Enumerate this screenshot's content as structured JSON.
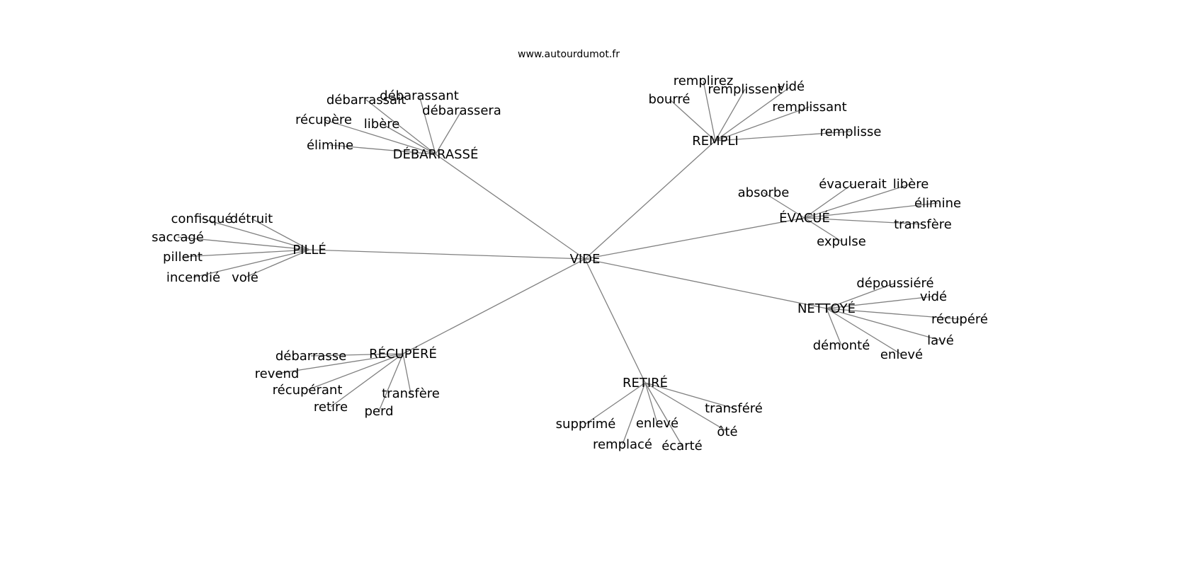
{
  "title": "www.autourdumot.fr",
  "colors": {
    "edge": "#808080",
    "text": "#000000",
    "background": "#ffffff"
  },
  "center": "VIDE",
  "groups": [
    {
      "hub": "DÉBARRASSÉ",
      "leaves": [
        "débarrassait",
        "débarassant",
        "débarassera",
        "récupère",
        "libère",
        "élimine"
      ]
    },
    {
      "hub": "REMPLI",
      "leaves": [
        "bourré",
        "remplirez",
        "remplissent",
        "vidé",
        "remplissant",
        "remplisse"
      ]
    },
    {
      "hub": "ÉVACUÉ",
      "leaves": [
        "absorbe",
        "évacuerait",
        "libère",
        "élimine",
        "transfère",
        "expulse"
      ]
    },
    {
      "hub": "PILLÉ",
      "leaves": [
        "confisqué",
        "détruit",
        "saccagé",
        "pillent",
        "incendié",
        "volé"
      ]
    },
    {
      "hub": "NETTOYÉ",
      "leaves": [
        "dépoussiéré",
        "vidé",
        "récupéré",
        "lavé",
        "enlevé",
        "démonté"
      ]
    },
    {
      "hub": "RÉCUPÉRÉ",
      "leaves": [
        "débarrasse",
        "revend",
        "récupérant",
        "retire",
        "perd",
        "transfère"
      ]
    },
    {
      "hub": "RETIRÉ",
      "leaves": [
        "supprimé",
        "remplacé",
        "enlevé",
        "écarté",
        "ôté",
        "transféré"
      ]
    }
  ]
}
